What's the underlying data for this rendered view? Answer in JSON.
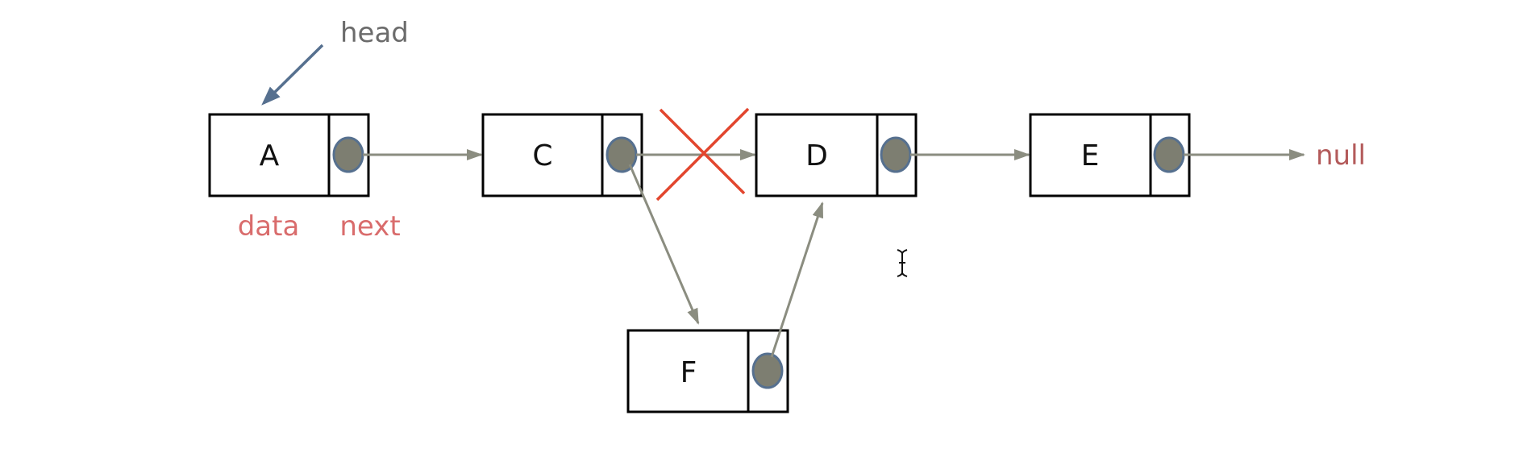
{
  "head_label": "head",
  "null_label": "null",
  "field_labels": {
    "data": "data",
    "next": "next"
  },
  "nodes": {
    "a": "A",
    "c": "C",
    "d": "D",
    "e": "E",
    "f": "F"
  },
  "colors": {
    "link": "#8b8d80",
    "head_pointer": "#56708f",
    "cross_mark": "#e2462e",
    "caption": "#d96c6c",
    "null": "#b35a5a"
  }
}
